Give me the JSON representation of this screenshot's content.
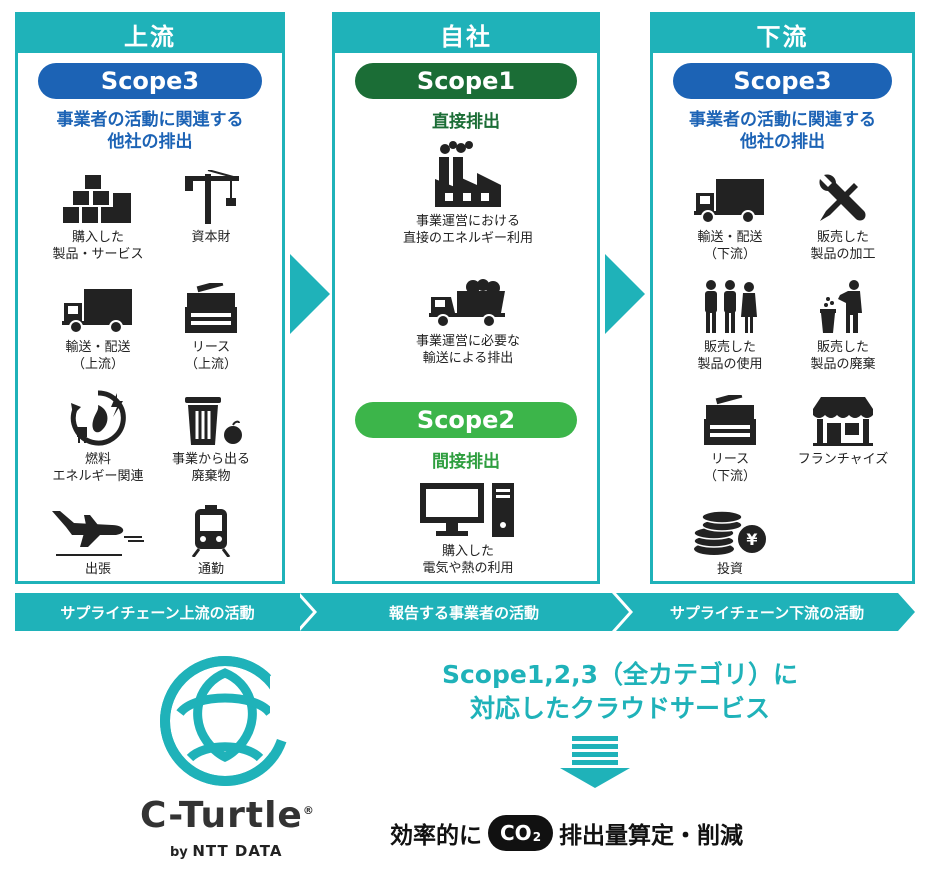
{
  "columns": {
    "upstream": {
      "title": "上流",
      "scope": "Scope3",
      "subtitle_line1": "事業者の活動に関連する",
      "subtitle_line2": "他社の排出",
      "items": [
        {
          "label": "購入した\n製品・サービス",
          "icon": "boxes-icon"
        },
        {
          "label": "資本財",
          "icon": "crane-icon"
        },
        {
          "label": "輸送・配送\n（上流）",
          "icon": "truck-icon"
        },
        {
          "label": "リース\n（上流）",
          "icon": "copier-icon"
        },
        {
          "label": "燃料\nエネルギー関連",
          "icon": "fuel-energy-icon"
        },
        {
          "label": "事業から出る\n廃棄物",
          "icon": "trash-bin-icon"
        },
        {
          "label": "出張",
          "icon": "airplane-icon"
        },
        {
          "label": "通勤",
          "icon": "train-icon"
        }
      ]
    },
    "own": {
      "title": "自社",
      "scope1": "Scope1",
      "scope1_sub": "直接排出",
      "scope1_items": [
        {
          "label": "事業運営における\n直接のエネルギー利用",
          "icon": "factory-icon"
        },
        {
          "label": "事業運営に必要な\n輸送による排出",
          "icon": "dump-truck-icon"
        }
      ],
      "scope2": "Scope2",
      "scope2_sub": "間接排出",
      "scope2_items": [
        {
          "label": "購入した\n電気や熱の利用",
          "icon": "computer-icon"
        }
      ]
    },
    "downstream": {
      "title": "下流",
      "scope": "Scope3",
      "subtitle_line1": "事業者の活動に関連する",
      "subtitle_line2": "他社の排出",
      "items": [
        {
          "label": "輸送・配送\n（下流）",
          "icon": "truck-icon"
        },
        {
          "label": "販売した\n製品の加工",
          "icon": "tools-icon"
        },
        {
          "label": "販売した\n製品の使用",
          "icon": "people-icon"
        },
        {
          "label": "販売した\n製品の廃棄",
          "icon": "disposal-icon"
        },
        {
          "label": "リース\n（下流）",
          "icon": "copier-icon"
        },
        {
          "label": "フランチャイズ",
          "icon": "shop-icon"
        },
        {
          "label": "投資",
          "icon": "coins-yen-icon"
        }
      ]
    }
  },
  "bands": {
    "left": "サプライチェーン上流の活動",
    "center": "報告する事業者の活動",
    "right": "サプライチェーン下流の活動"
  },
  "tagline_line1": "Scope1,2,3（全カテゴリ）に",
  "tagline_line2": "対応したクラウドサービス",
  "bottom": {
    "prefix": "効率的に",
    "co2": "CO",
    "co2_sub": "2",
    "suffix": "排出量算定・削減"
  },
  "brand": {
    "name": "C-Turtle",
    "reg": "®",
    "by": "by",
    "company": "NTT DATA"
  },
  "colors": {
    "teal": "#1fb2b9",
    "scope3_blue": "#1c63b5",
    "scope1_green": "#1b6d36",
    "scope2_green": "#3cb54a"
  }
}
